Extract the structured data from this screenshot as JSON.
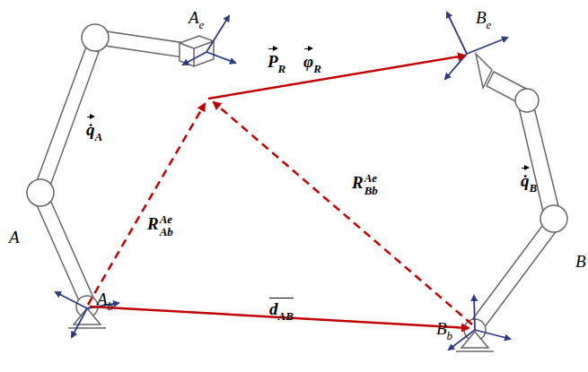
{
  "diagram": {
    "labels": [
      "Ae",
      "PR",
      "φR",
      "Be",
      "q̇A",
      "q̇B",
      "A",
      "RAeAb",
      "RAeBb",
      "Ab",
      "dAB",
      "Bb",
      "B"
    ]
  }
}
